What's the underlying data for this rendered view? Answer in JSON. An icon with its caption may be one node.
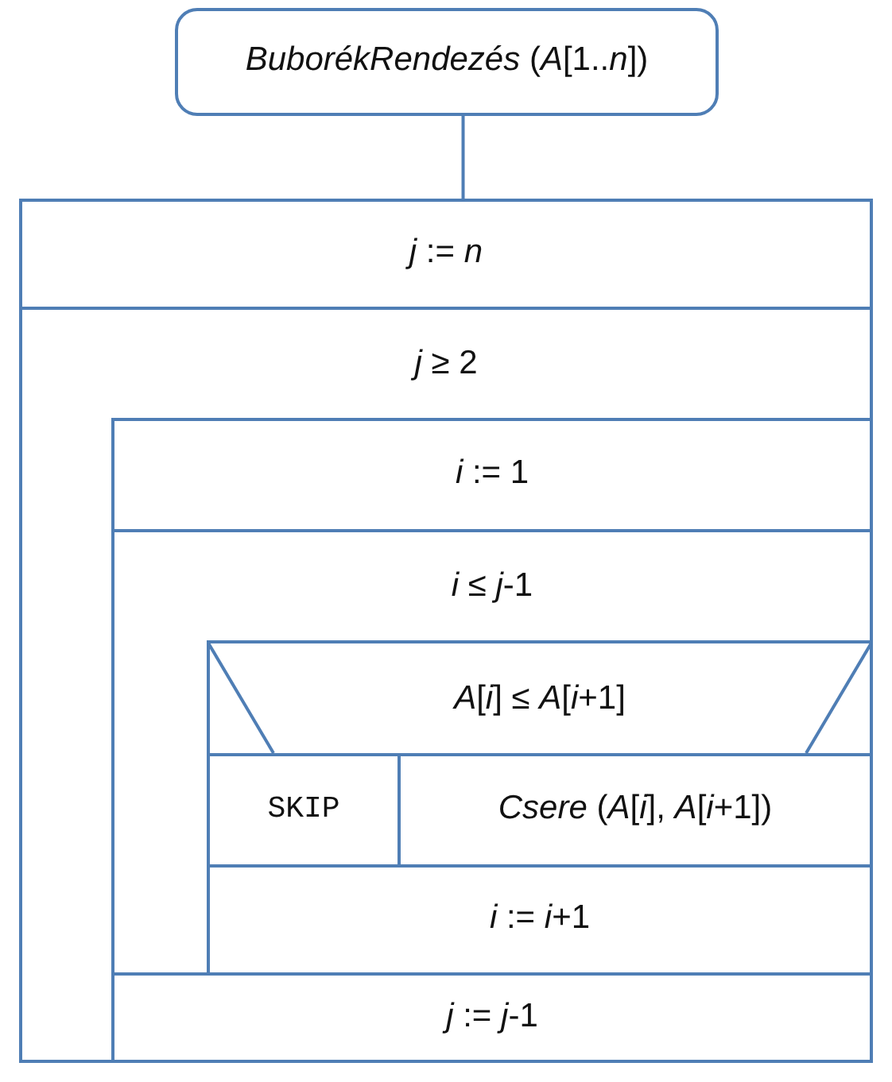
{
  "diagram": {
    "nodes": [
      {
        "text": [
          "*BuborékRendezés* (*A*[1..*n*])"
        ]
      },
      {
        "text": [
          "*j* := *n*"
        ]
      },
      {
        "text": [
          "*j* ≥ 2"
        ]
      },
      {
        "text": [
          "*i* := 1"
        ],
        "in": 2
      },
      {
        "text": [
          "*i* ≤ *j*-1"
        ],
        "in": 2
      },
      {
        "text": [
          "*A*[*i*] ≤ *A*[*i*+1]"
        ],
        "in": 4
      },
      {
        "text": [
          "SKIP"
        ],
        "in": 5
      },
      {
        "text": [
          "*Csere* (*A*[*i*], *A*[*i*+1])"
        ],
        "in": 5
      },
      {
        "text": [
          "*i* := *i*+1"
        ],
        "in": 4
      },
      {
        "text": [
          "*j* := *j*-1"
        ],
        "in": 2
      }
    ],
    "edges": [
      {
        "from": 0,
        "to": 1,
        "arrow": "none"
      }
    ]
  }
}
